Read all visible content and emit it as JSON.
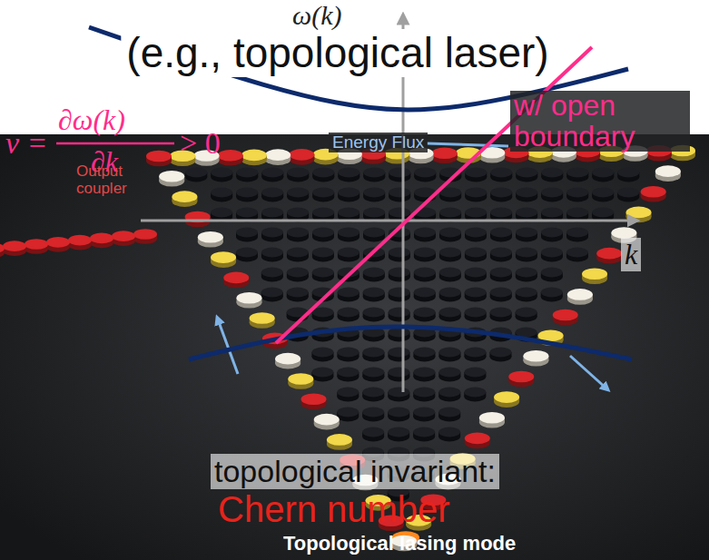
{
  "diagram": {
    "title": "(e.g., topological laser)",
    "labels": [
      "ω(k)",
      "v =",
      "∂ω(k)",
      "∂k",
      "> 0",
      "Energy Flux",
      "Output coupler",
      "w/ open boundary",
      "k",
      "topological invariant:",
      "Chern number",
      "Topological lasing mode"
    ]
  }
}
